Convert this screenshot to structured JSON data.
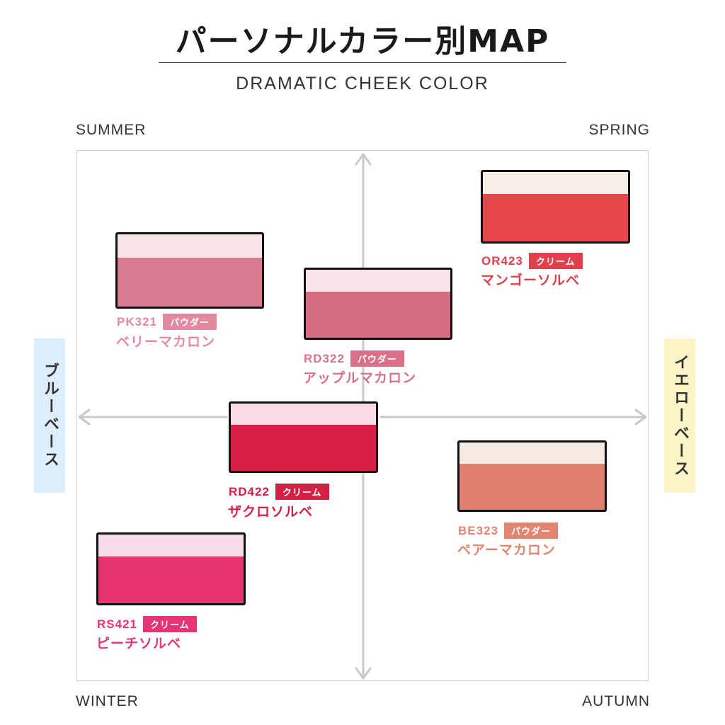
{
  "title": "パーソナルカラー別MAP",
  "subtitle": "DRAMATIC CHEEK COLOR",
  "seasons": {
    "top_left": "SUMMER",
    "top_right": "SPRING",
    "bottom_left": "WINTER",
    "bottom_right": "AUTUMN"
  },
  "axis_labels": {
    "left": "ブルーベース",
    "right": "イエローベース",
    "left_bg": "#ddeefa",
    "right_bg": "#fbf5c8"
  },
  "products": [
    {
      "code": "PK321",
      "type": "パウダー",
      "name": "ベリーマカロン",
      "text_color": "#e38aa0",
      "badge_color": "#e38aa0",
      "top_color": "#f7e4e6",
      "bottom_color": "#d97a8f"
    },
    {
      "code": "RD322",
      "type": "パウダー",
      "name": "アップルマカロン",
      "text_color": "#d77088",
      "badge_color": "#d77088",
      "top_color": "#f7e3e8",
      "bottom_color": "#d46c82"
    },
    {
      "code": "OR423",
      "type": "クリーム",
      "name": "マンゴーソルベ",
      "text_color": "#e0404c",
      "badge_color": "#e0404c",
      "top_color": "#f5efe6",
      "bottom_color": "#e8454d"
    },
    {
      "code": "RD422",
      "type": "クリーム",
      "name": "ザクロソルベ",
      "text_color": "#d51f45",
      "badge_color": "#d51f45",
      "top_color": "#f9dbe3",
      "bottom_color": "#d81f44"
    },
    {
      "code": "BE323",
      "type": "パウダー",
      "name": "ペアーマカロン",
      "text_color": "#e28472",
      "badge_color": "#e28472",
      "top_color": "#f7e9e4",
      "bottom_color": "#e08070"
    },
    {
      "code": "RS421",
      "type": "クリーム",
      "name": "ピーチソルベ",
      "text_color": "#e43577",
      "badge_color": "#e43577",
      "top_color": "#f8dcea",
      "bottom_color": "#e8336e"
    }
  ]
}
